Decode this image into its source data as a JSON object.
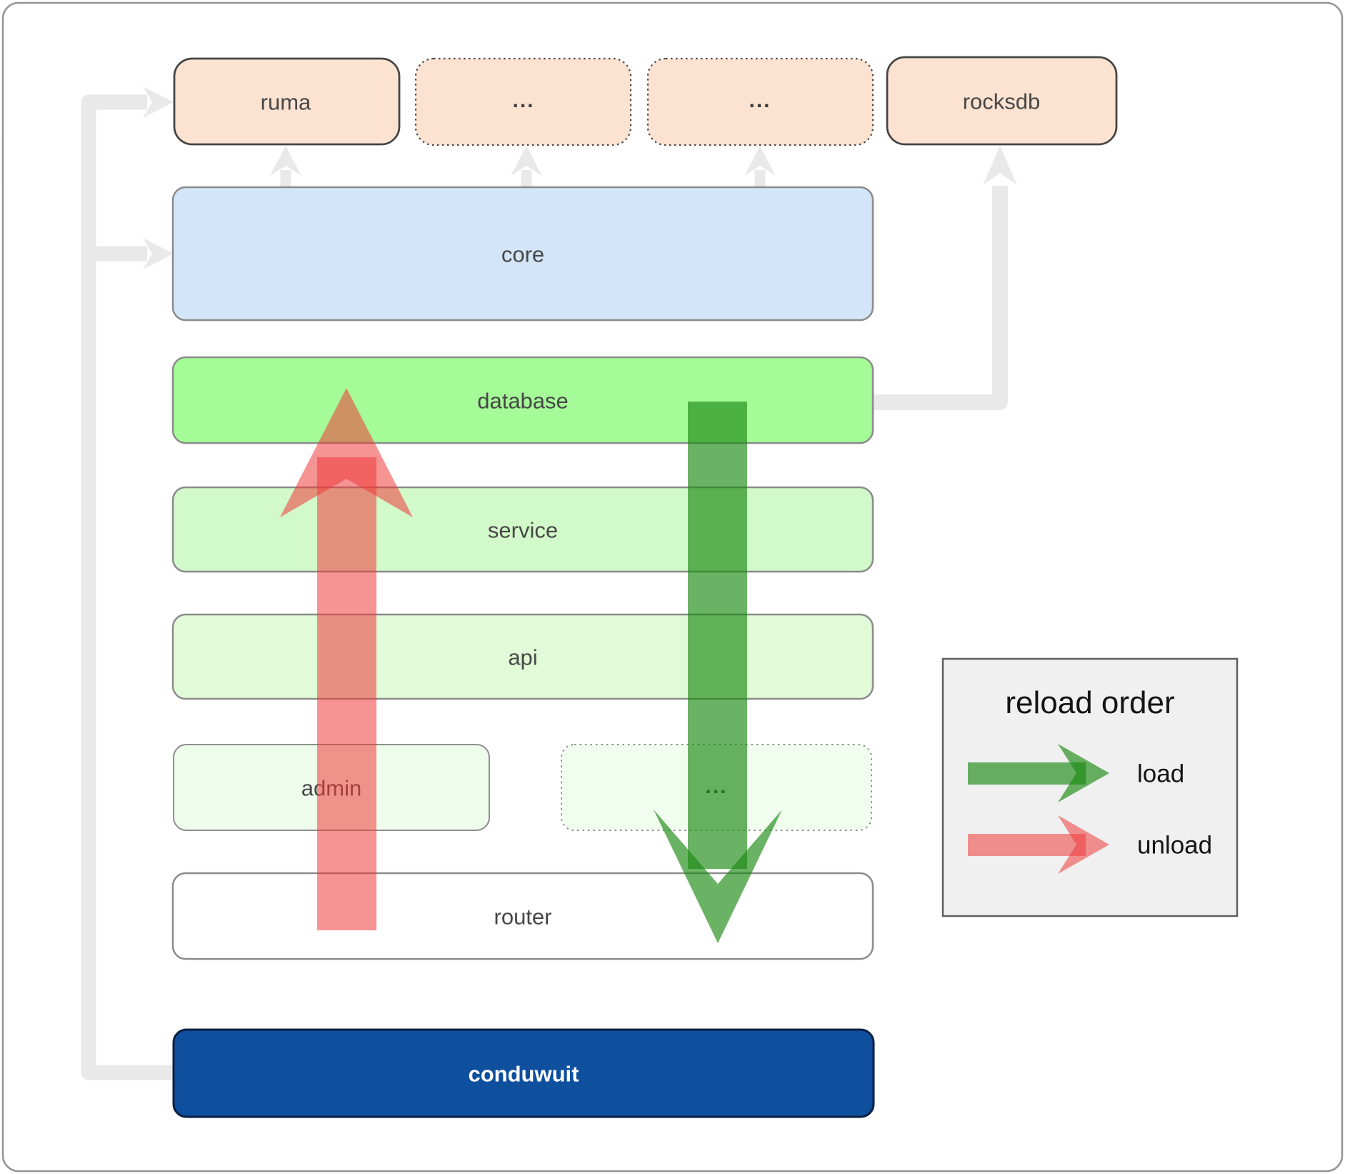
{
  "diagram": {
    "nodes": {
      "ruma": {
        "label": "ruma"
      },
      "crate_dots_left": {
        "label": "..."
      },
      "crate_dots_right": {
        "label": "..."
      },
      "rocksdb": {
        "label": "rocksdb"
      },
      "core": {
        "label": "core"
      },
      "database": {
        "label": "database"
      },
      "service": {
        "label": "service"
      },
      "api": {
        "label": "api"
      },
      "admin": {
        "label": "admin"
      },
      "admin_dots": {
        "label": "..."
      },
      "router": {
        "label": "router"
      },
      "conduwuit": {
        "label": "conduwuit"
      }
    },
    "legend": {
      "title": "reload order",
      "items": [
        {
          "label": "load",
          "arrow_color": "#1d8a14"
        },
        {
          "label": "unload",
          "arrow_color": "#ef3a3a"
        }
      ]
    }
  },
  "colors": {
    "background": "#ffffff",
    "outer_border": "#959595",
    "crate_fill": "#fce3d1",
    "crate_border": "#464646",
    "core_fill": "#d3e5f8",
    "database_fill": "#a4fb97",
    "service_fill": "#d2f9c9",
    "api_fill": "#e1fbd8",
    "admin_fill": "#eefceb",
    "admin_dots_fill": "#f1fdef",
    "router_fill": "#ffffff",
    "box_border": "#8b8b8b",
    "admin_border": "#8e8e8e",
    "conduwuit_fill": "#0e4f9e",
    "conduwuit_border": "#0a1f42",
    "conduwuit_text": "#ffffff",
    "label_text": "#474747",
    "dots_text": "#3d3d3d",
    "connector_gray": "#e9e9e9",
    "load_green": "#1d8a14",
    "unload_red": "#ef3a3a",
    "legend_bg": "#f0f0f0",
    "legend_border": "#5f5f5f",
    "legend_text": "#141414"
  }
}
